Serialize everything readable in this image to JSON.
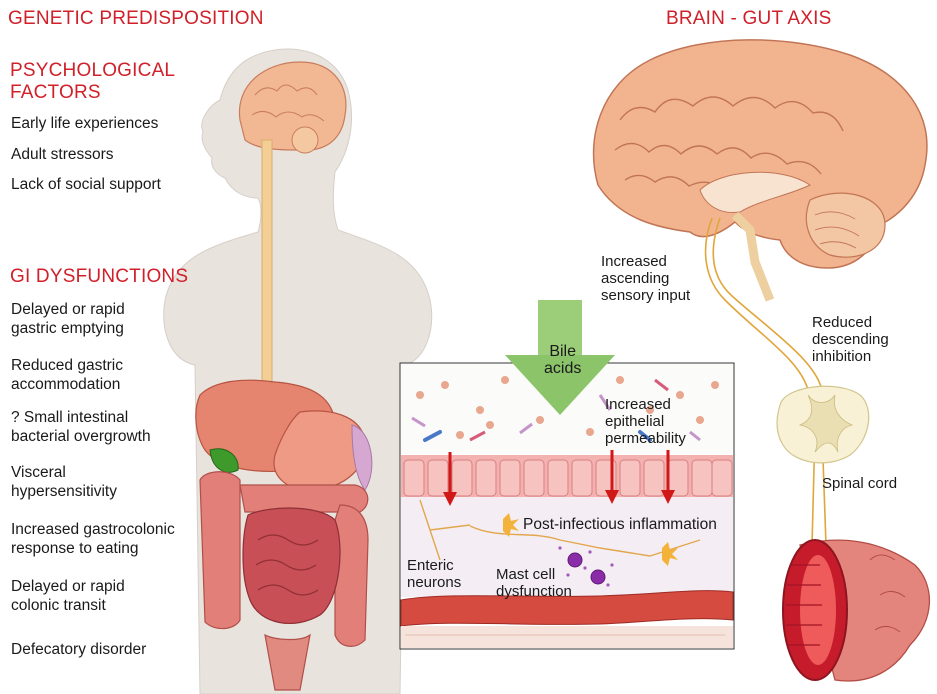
{
  "headings": {
    "genetic": "GENETIC PREDISPOSITION",
    "psychological": "PSYCHOLOGICAL\nFACTORS",
    "gi": "GI DYSFUNCTIONS",
    "brain_gut": "BRAIN - GUT AXIS"
  },
  "psychological_factors": [
    "Early life experiences",
    "Adult stressors",
    "Lack of social support"
  ],
  "gi_dysfunctions": [
    "Delayed or rapid\ngastric emptying",
    "Reduced gastric\naccommodation",
    "? Small intestinal\nbacterial overgrowth",
    "Visceral\nhypersensitivity",
    "Increased gastrocolonic\nresponse to eating",
    "Delayed or rapid\ncolonic transit",
    "Defecatory disorder"
  ],
  "inset_labels": {
    "bile_acids": "Bile\nacids",
    "permeability": "Increased\nepithelial\npermeability",
    "inflammation": "Post-infectious inflammation",
    "enteric": "Enteric\nneurons",
    "mast": "Mast cell\ndysfunction"
  },
  "axis_labels": {
    "ascending": "Increased\nascending\nsensory input",
    "descending": "Reduced\ndescending\ninhibition",
    "spinal": "Spinal cord"
  },
  "colors": {
    "heading_red": "#d0202a",
    "arrow_green": "#8cc46a",
    "arrow_red": "#d01818",
    "body_tan": "#e9e3dd",
    "brain_pink": "#f0b48e",
    "gut_red": "#d96b5e"
  }
}
